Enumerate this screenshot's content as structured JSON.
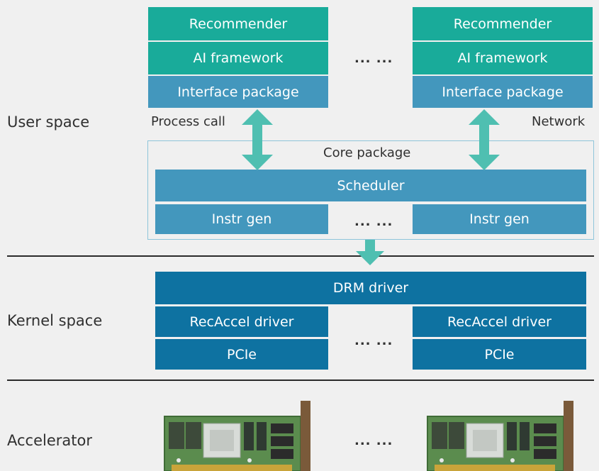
{
  "sections": {
    "user_space": "User space",
    "kernel_space": "Kernel space",
    "accelerator": "Accelerator"
  },
  "user_space": {
    "left_stack": {
      "recommender": "Recommender",
      "ai_framework": "AI framework",
      "interface_package": "Interface package"
    },
    "right_stack": {
      "recommender": "Recommender",
      "ai_framework": "AI framework",
      "interface_package": "Interface package"
    },
    "ellipsis": "... ...",
    "process_call": "Process call",
    "network": "Network",
    "core_package": {
      "title": "Core package",
      "scheduler": "Scheduler",
      "instr_gen_left": "Instr gen",
      "instr_gen_right": "Instr gen",
      "ellipsis": "... ..."
    }
  },
  "kernel_space": {
    "drm_driver": "DRM driver",
    "recaccel_left": "RecAccel driver",
    "recaccel_right": "RecAccel driver",
    "pcie_left": "PCIe",
    "pcie_right": "PCIe",
    "ellipsis": "... ..."
  },
  "accelerator": {
    "ellipsis": "... ...",
    "card_left_icon": "accelerator-card-icon",
    "card_right_icon": "accelerator-card-icon"
  },
  "colors": {
    "teal": "#19ab9a",
    "blue": "#4397bd",
    "dark_blue": "#0e72a1",
    "arrow": "#4fbfb1",
    "background": "#f0f0f0"
  }
}
